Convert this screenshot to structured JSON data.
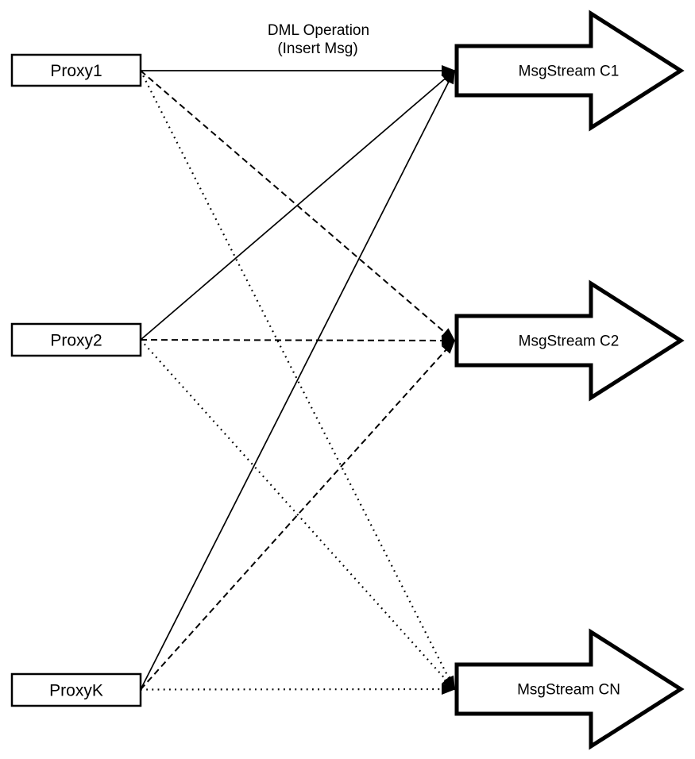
{
  "colors": {
    "background": "#ffffff",
    "stroke": "#000000",
    "shape_fill": "#ffffff"
  },
  "annotation": {
    "line1": "DML Operation",
    "line2": "(Insert Msg)"
  },
  "proxies": [
    {
      "id": "proxy1",
      "label": "Proxy1"
    },
    {
      "id": "proxy2",
      "label": "Proxy2"
    },
    {
      "id": "proxyk",
      "label": "ProxyK"
    }
  ],
  "streams": [
    {
      "id": "c1",
      "label": "MsgStream C1"
    },
    {
      "id": "c2",
      "label": "MsgStream C2"
    },
    {
      "id": "cn",
      "label": "MsgStream CN"
    }
  ],
  "edges": [
    {
      "from": "proxy1",
      "to": "c1",
      "style": "solid"
    },
    {
      "from": "proxy2",
      "to": "c1",
      "style": "solid"
    },
    {
      "from": "proxyk",
      "to": "c1",
      "style": "solid"
    },
    {
      "from": "proxy1",
      "to": "c2",
      "style": "dashed"
    },
    {
      "from": "proxy2",
      "to": "c2",
      "style": "dashed"
    },
    {
      "from": "proxyk",
      "to": "c2",
      "style": "dashed"
    },
    {
      "from": "proxy1",
      "to": "cn",
      "style": "dotted"
    },
    {
      "from": "proxy2",
      "to": "cn",
      "style": "dotted"
    },
    {
      "from": "proxyk",
      "to": "cn",
      "style": "dotted"
    }
  ]
}
